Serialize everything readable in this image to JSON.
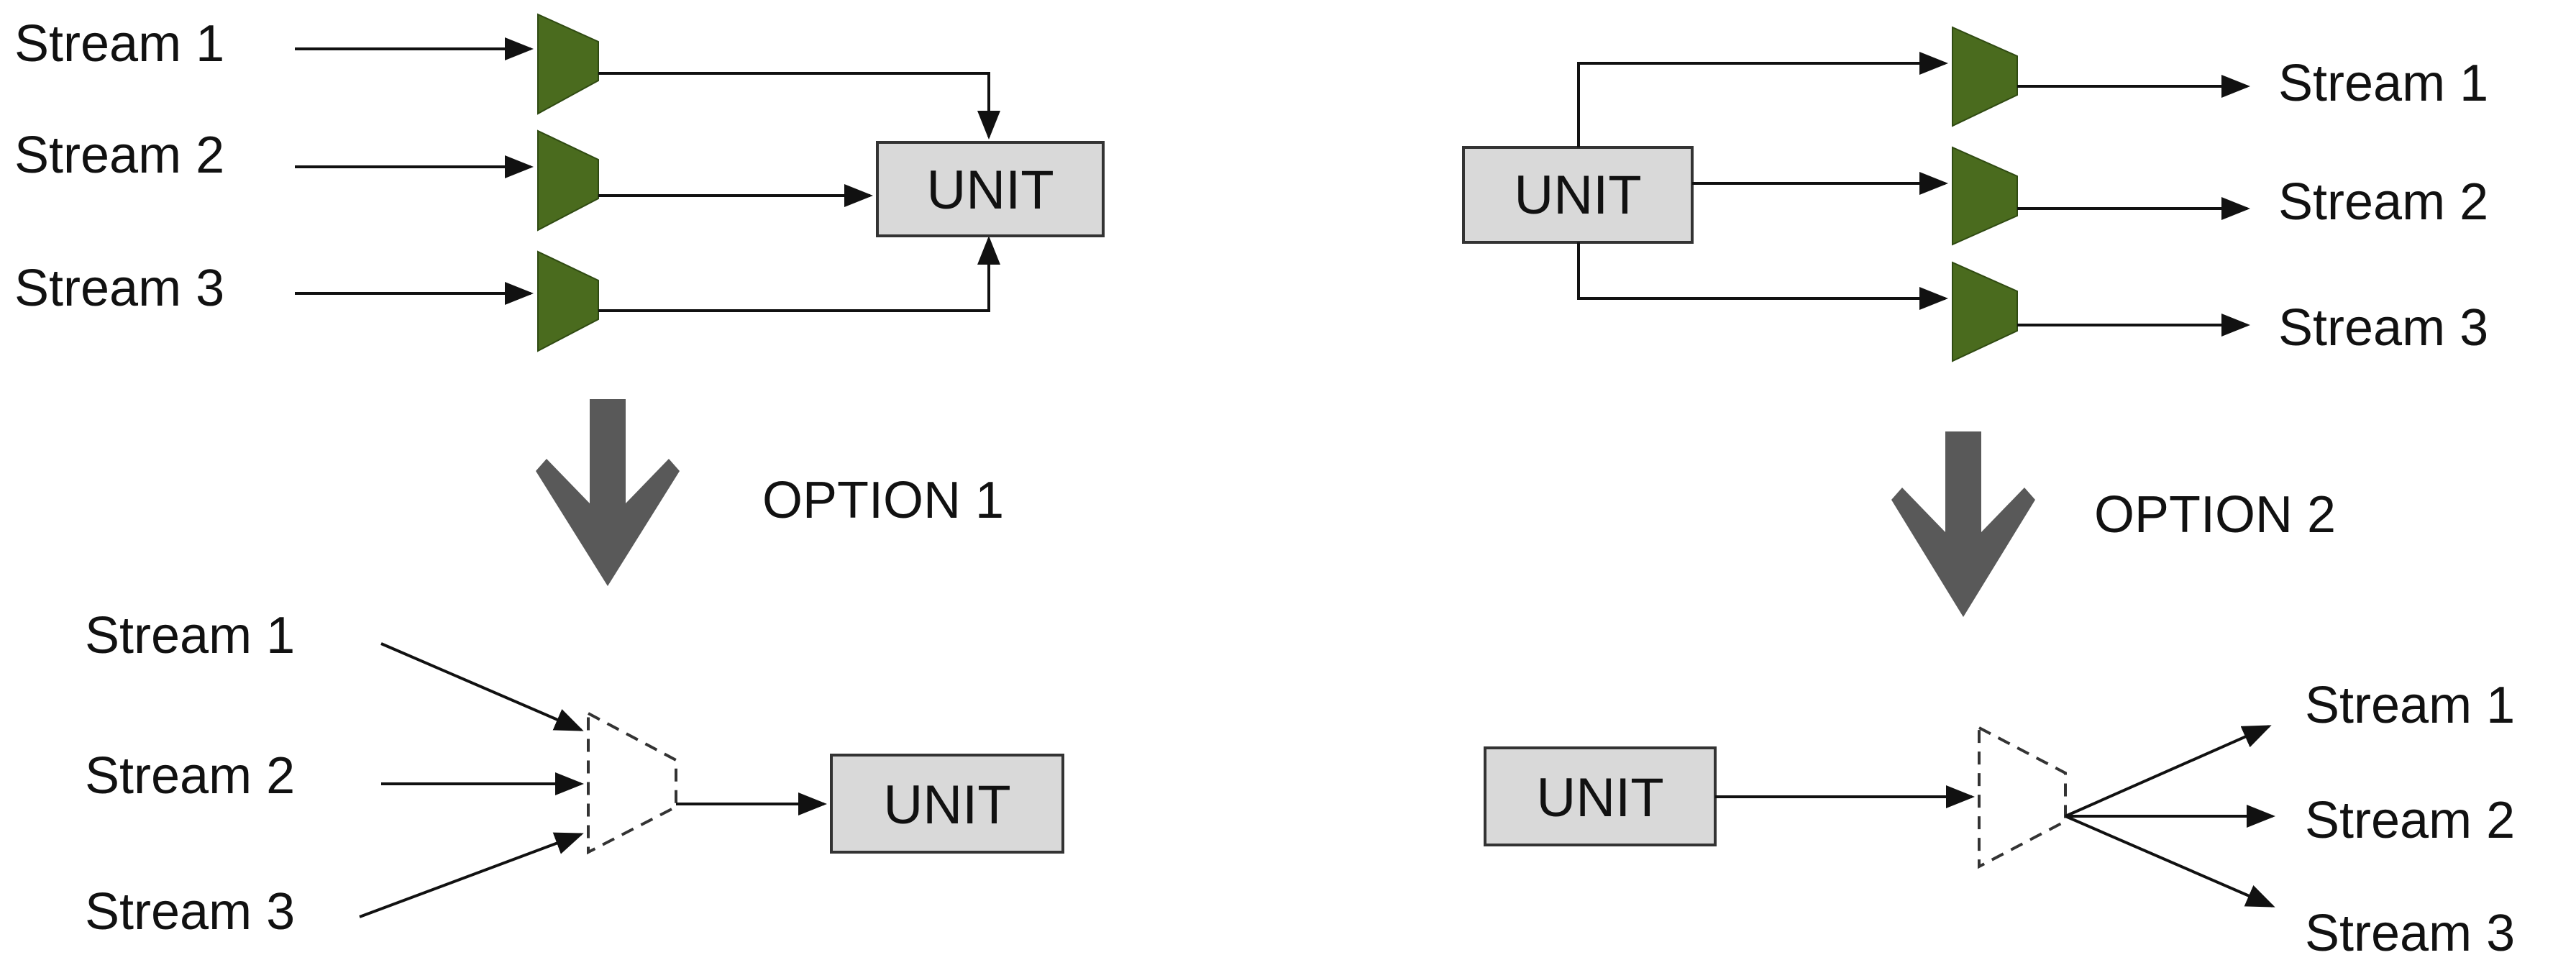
{
  "colors": {
    "valve_fill": "#4a6b1e",
    "unit_fill": "#d9d9d9",
    "big_arrow": "#595959",
    "line": "#111111"
  },
  "left_panel": {
    "top": {
      "streams": [
        "Stream 1",
        "Stream 2",
        "Stream 3"
      ],
      "unit_label": "UNIT",
      "valve_icon": "green-trapezoid-valve"
    },
    "option_label": "OPTION 1",
    "bottom": {
      "streams": [
        "Stream 1",
        "Stream 2",
        "Stream 3"
      ],
      "unit_label": "UNIT",
      "mixer_icon": "dashed-trapezoid-mixer"
    }
  },
  "right_panel": {
    "top": {
      "streams": [
        "Stream 1",
        "Stream 2",
        "Stream 3"
      ],
      "unit_label": "UNIT",
      "valve_icon": "green-trapezoid-valve"
    },
    "option_label": "OPTION 2",
    "bottom": {
      "streams": [
        "Stream 1",
        "Stream 2",
        "Stream 3"
      ],
      "unit_label": "UNIT",
      "splitter_icon": "dashed-trapezoid-splitter"
    }
  }
}
